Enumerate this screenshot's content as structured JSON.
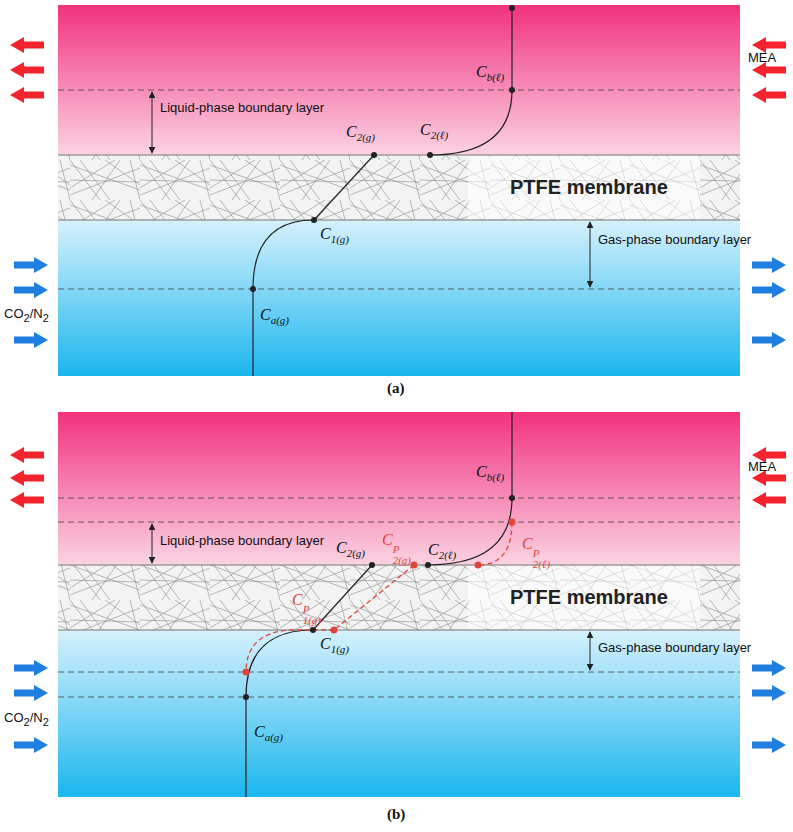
{
  "diagram": {
    "nodes": [
      {
        "text": [
          "PTFE membrane"
        ]
      },
      {
        "text": [
          "PTFE membrane"
        ]
      }
    ],
    "labels": [
      "Cb(ℓ)",
      "MEA",
      "Liquid-phase boundary layer",
      "C2(g)",
      "C2(ℓ)",
      "C1(g)",
      "Gas-phase boundary layer",
      "CO2/N2",
      "Ca(g)",
      "(a)",
      "Cb(ℓ)",
      "MEA",
      "Liquid-phase boundary layer",
      "C2(g)",
      "C2P(g)",
      "C2(ℓ)",
      "C2P(ℓ)",
      "C1(g)",
      "C1P(g)",
      "Gas-phase boundary layer",
      "CO2/N2",
      "Ca(g)",
      "(b)"
    ]
  }
}
